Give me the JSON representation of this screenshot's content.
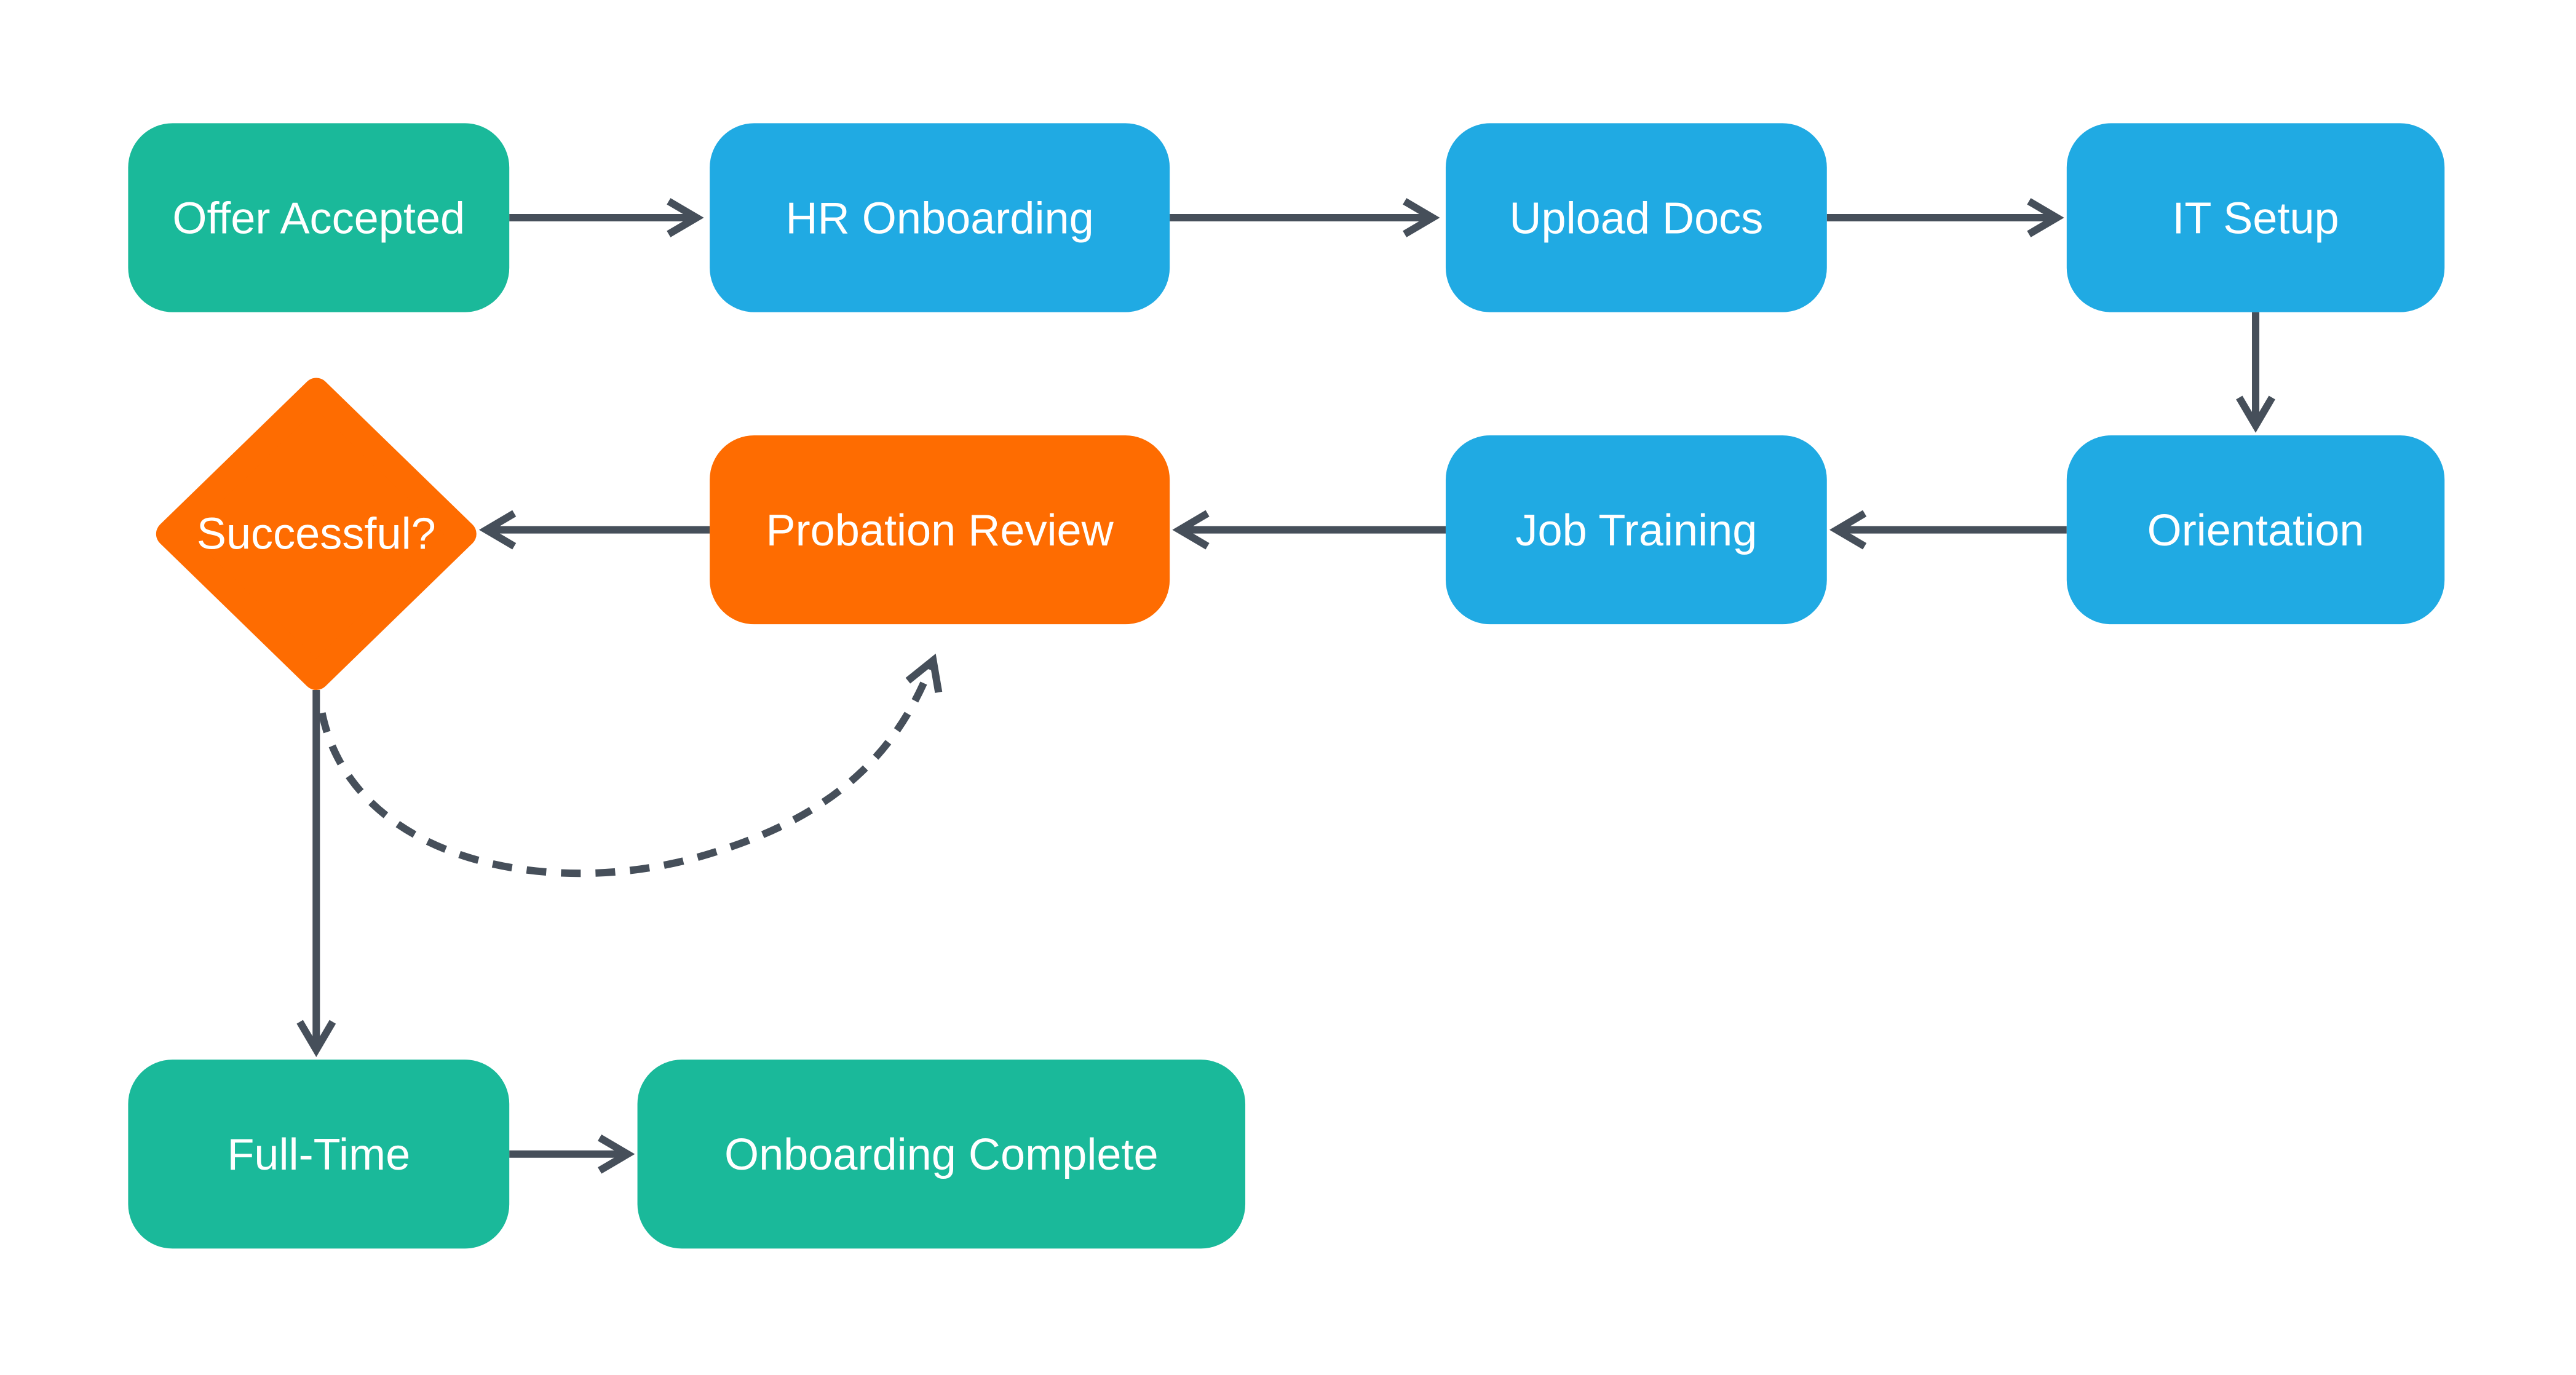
{
  "colors": {
    "green": "#1ab99a",
    "blue": "#20aae3",
    "orange": "#fe6c01",
    "connector": "#464f5a",
    "label_text": "#ffffff",
    "background": "#ffffff"
  },
  "nodes": {
    "offer_accepted": {
      "label": "Offer Accepted",
      "shape": "rounded-rect",
      "color": "#1ab99a"
    },
    "hr_onboarding": {
      "label": "HR Onboarding",
      "shape": "rounded-rect",
      "color": "#20aae3"
    },
    "upload_docs": {
      "label": "Upload Docs",
      "shape": "rounded-rect",
      "color": "#20aae3"
    },
    "it_setup": {
      "label": "IT Setup",
      "shape": "rounded-rect",
      "color": "#20aae3"
    },
    "orientation": {
      "label": "Orientation",
      "shape": "rounded-rect",
      "color": "#20aae3"
    },
    "job_training": {
      "label": "Job Training",
      "shape": "rounded-rect",
      "color": "#20aae3"
    },
    "probation_review": {
      "label": "Probation Review",
      "shape": "rounded-rect",
      "color": "#fe6c01"
    },
    "successful": {
      "label": "Successful?",
      "shape": "diamond",
      "color": "#fe6c01"
    },
    "full_time": {
      "label": "Full-Time",
      "shape": "rounded-rect",
      "color": "#1ab99a"
    },
    "onboarding_complete": {
      "label": "Onboarding Complete",
      "shape": "rounded-rect",
      "color": "#1ab99a"
    }
  },
  "edges": [
    {
      "from": "Offer Accepted",
      "to": "HR Onboarding",
      "style": "solid"
    },
    {
      "from": "HR Onboarding",
      "to": "Upload Docs",
      "style": "solid"
    },
    {
      "from": "Upload Docs",
      "to": "IT Setup",
      "style": "solid"
    },
    {
      "from": "IT Setup",
      "to": "Orientation",
      "style": "solid"
    },
    {
      "from": "Orientation",
      "to": "Job Training",
      "style": "solid"
    },
    {
      "from": "Job Training",
      "to": "Probation Review",
      "style": "solid"
    },
    {
      "from": "Probation Review",
      "to": "Successful?",
      "style": "solid"
    },
    {
      "from": "Successful?",
      "to": "Probation Review",
      "style": "dashed"
    },
    {
      "from": "Successful?",
      "to": "Full-Time",
      "style": "solid"
    },
    {
      "from": "Full-Time",
      "to": "Onboarding Complete",
      "style": "solid"
    }
  ]
}
